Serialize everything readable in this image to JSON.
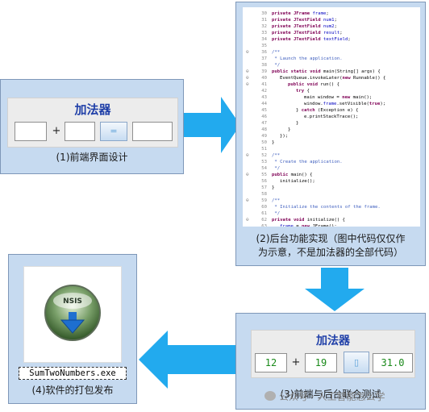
{
  "colors": {
    "panel": "#c6daf0",
    "arrow": "#22aaee",
    "title": "#1f3fa8",
    "value": "#1a8a1a"
  },
  "step1": {
    "adder_title": "加法器",
    "op": "+",
    "eq": "=",
    "caption": "(1)前端界面设计"
  },
  "step2": {
    "caption_line1": "(2)后台功能实现（图中代码仅仅作",
    "caption_line2": "为示意，不是加法器的全部代码）",
    "code": [
      {
        "n": "30",
        "m": "",
        "i": 0,
        "t": [
          [
            "private JFrame ",
            "kw"
          ],
          [
            "frame",
            "fd"
          ],
          [
            ";",
            "pl"
          ]
        ]
      },
      {
        "n": "31",
        "m": "",
        "i": 0,
        "t": [
          [
            "private JTextField ",
            "kw"
          ],
          [
            "num1",
            "fd"
          ],
          [
            ";",
            "pl"
          ]
        ]
      },
      {
        "n": "32",
        "m": "",
        "i": 0,
        "t": [
          [
            "private JTextField ",
            "kw"
          ],
          [
            "num2",
            "fd"
          ],
          [
            ";",
            "pl"
          ]
        ]
      },
      {
        "n": "33",
        "m": "",
        "i": 0,
        "t": [
          [
            "private JTextField ",
            "kw"
          ],
          [
            "result",
            "fd"
          ],
          [
            ";",
            "pl"
          ]
        ]
      },
      {
        "n": "34",
        "m": "",
        "i": 0,
        "t": [
          [
            "private JTextField ",
            "kw"
          ],
          [
            "textField",
            "fd"
          ],
          [
            ";",
            "pl"
          ]
        ]
      },
      {
        "n": "35",
        "m": "",
        "i": 0,
        "t": []
      },
      {
        "n": "36",
        "m": "⊖",
        "i": 0,
        "t": [
          [
            "/**",
            "cm"
          ]
        ]
      },
      {
        "n": "37",
        "m": "",
        "i": 0,
        "t": [
          [
            " * Launch the application.",
            "cm"
          ]
        ]
      },
      {
        "n": "38",
        "m": "",
        "i": 0,
        "t": [
          [
            " */",
            "cm"
          ]
        ]
      },
      {
        "n": "39",
        "m": "⊖",
        "i": 0,
        "t": [
          [
            "public static void ",
            "kw"
          ],
          [
            "main(String[] args) {",
            "pl"
          ]
        ]
      },
      {
        "n": "40",
        "m": "⊖",
        "i": 1,
        "t": [
          [
            "EventQueue.invokeLater(",
            "pl"
          ],
          [
            "new ",
            "kw"
          ],
          [
            "Runnable() {",
            "pl"
          ]
        ]
      },
      {
        "n": "41",
        "m": "⊖",
        "i": 2,
        "t": [
          [
            "public void ",
            "kw"
          ],
          [
            "run() {",
            "pl"
          ]
        ]
      },
      {
        "n": "42",
        "m": "",
        "i": 3,
        "t": [
          [
            "try ",
            "kw"
          ],
          [
            "{",
            "pl"
          ]
        ]
      },
      {
        "n": "43",
        "m": "",
        "i": 4,
        "t": [
          [
            "main window = ",
            "pl"
          ],
          [
            "new ",
            "kw"
          ],
          [
            "main();",
            "pl"
          ]
        ]
      },
      {
        "n": "44",
        "m": "",
        "i": 4,
        "t": [
          [
            "window.",
            "pl"
          ],
          [
            "frame",
            "fd"
          ],
          [
            ".setVisible(",
            "pl"
          ],
          [
            "true",
            "kw"
          ],
          [
            ");",
            "pl"
          ]
        ]
      },
      {
        "n": "45",
        "m": "",
        "i": 3,
        "t": [
          [
            "} ",
            "pl"
          ],
          [
            "catch ",
            "kw"
          ],
          [
            "(Exception e) {",
            "pl"
          ]
        ]
      },
      {
        "n": "46",
        "m": "",
        "i": 4,
        "t": [
          [
            "e.printStackTrace();",
            "pl"
          ]
        ]
      },
      {
        "n": "47",
        "m": "",
        "i": 3,
        "t": [
          [
            "}",
            "pl"
          ]
        ]
      },
      {
        "n": "48",
        "m": "",
        "i": 2,
        "t": [
          [
            "}",
            "pl"
          ]
        ]
      },
      {
        "n": "49",
        "m": "",
        "i": 1,
        "t": [
          [
            "});",
            "pl"
          ]
        ]
      },
      {
        "n": "50",
        "m": "",
        "i": 0,
        "t": [
          [
            "}",
            "pl"
          ]
        ]
      },
      {
        "n": "51",
        "m": "",
        "i": 0,
        "t": []
      },
      {
        "n": "52",
        "m": "⊖",
        "i": 0,
        "t": [
          [
            "/**",
            "cm"
          ]
        ]
      },
      {
        "n": "53",
        "m": "",
        "i": 0,
        "t": [
          [
            " * Create the application.",
            "cm"
          ]
        ]
      },
      {
        "n": "54",
        "m": "",
        "i": 0,
        "t": [
          [
            " */",
            "cm"
          ]
        ]
      },
      {
        "n": "55",
        "m": "⊖",
        "i": 0,
        "t": [
          [
            "public ",
            "kw"
          ],
          [
            "main() {",
            "pl"
          ]
        ]
      },
      {
        "n": "56",
        "m": "",
        "i": 1,
        "t": [
          [
            "initialize();",
            "pl"
          ]
        ]
      },
      {
        "n": "57",
        "m": "",
        "i": 0,
        "t": [
          [
            "}",
            "pl"
          ]
        ]
      },
      {
        "n": "58",
        "m": "",
        "i": 0,
        "t": []
      },
      {
        "n": "59",
        "m": "⊖",
        "i": 0,
        "t": [
          [
            "/**",
            "cm"
          ]
        ]
      },
      {
        "n": "60",
        "m": "",
        "i": 0,
        "t": [
          [
            " * Initialize the contents of the frame.",
            "cm"
          ]
        ]
      },
      {
        "n": "61",
        "m": "",
        "i": 0,
        "t": [
          [
            " */",
            "cm"
          ]
        ]
      },
      {
        "n": "62",
        "m": "⊖",
        "i": 0,
        "t": [
          [
            "private void ",
            "kw"
          ],
          [
            "initialize() {",
            "pl"
          ]
        ]
      },
      {
        "n": "63",
        "m": "",
        "i": 1,
        "t": [
          [
            "frame",
            "fd"
          ],
          [
            " = ",
            "pl"
          ],
          [
            "new ",
            "kw"
          ],
          [
            "JFrame();",
            "pl"
          ]
        ]
      }
    ]
  },
  "step3": {
    "adder_title": "加法器",
    "num1": "12",
    "op": "+",
    "num2": "19",
    "result": "31.0",
    "caption": "(3)前端与后台联合测试"
  },
  "step4": {
    "logo_text": "NSIS",
    "filename": "SumTwoNumbers.exe",
    "caption": "(4)软件的打包发布"
  },
  "watermark": "公众号 · 人工智能怎么学"
}
